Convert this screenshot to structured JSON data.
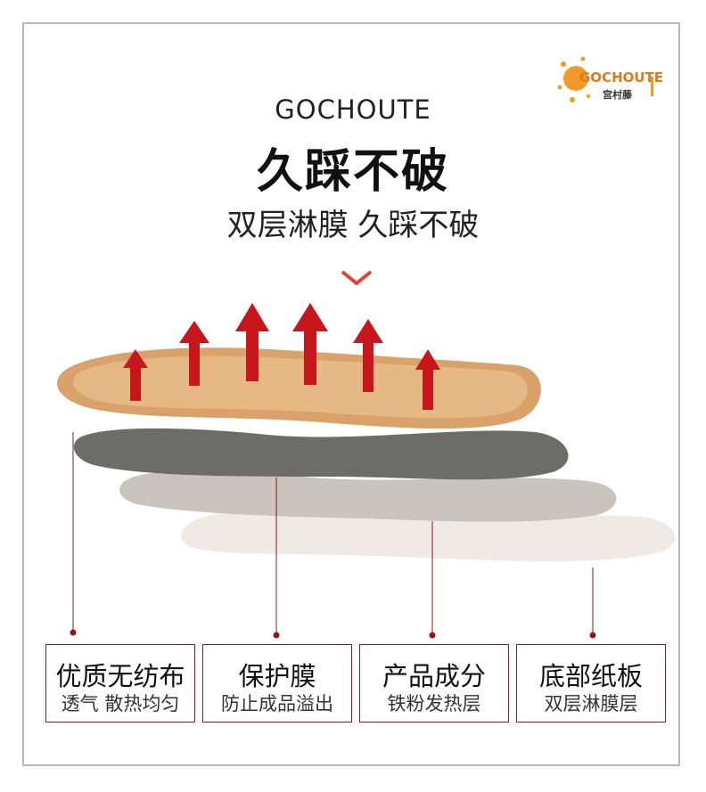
{
  "brand": "GOCHOUTE",
  "headline": "久踩不破",
  "subheadline": "双层淋膜 久踩不破",
  "logo": {
    "word": "GOCHOUTE",
    "cn": "宫村藤",
    "color": "#e07a18"
  },
  "labels": [
    {
      "title": "优质无纺布",
      "sub": "透气 散热均匀"
    },
    {
      "title": "保护膜",
      "sub": "防止成品溢出"
    },
    {
      "title": "产品成分",
      "sub": "铁粉发热层"
    },
    {
      "title": "底部纸板",
      "sub": "双层淋膜层"
    }
  ],
  "colors": {
    "accent": "#8b1a1a",
    "arrow": "#c8171c",
    "top_layer": "#e2b07c",
    "layer2": "#6c6c68",
    "layer3": "#c9c5bd",
    "layer4": "#efebe4"
  }
}
